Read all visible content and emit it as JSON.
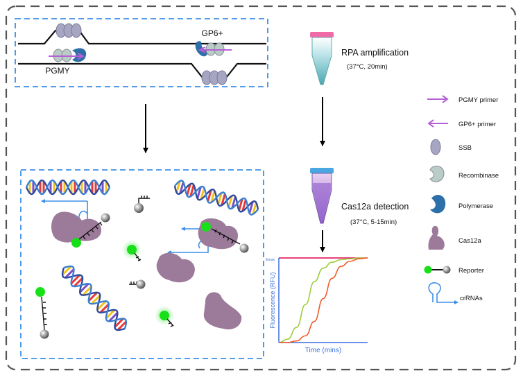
{
  "top_panel": {
    "label_pgmy": "PGMY",
    "label_gp6": "GP6+"
  },
  "steps": {
    "rpa_title": "RPA amplification",
    "rpa_conditions": "(37°C, 20min)",
    "cas_title": "Cas12a detection",
    "cas_conditions": "(37°C, 5-15min)"
  },
  "legend": [
    {
      "label": "PGMY primer",
      "icon": "arrow-right-icon"
    },
    {
      "label": "GP6+ primer",
      "icon": "arrow-left-icon"
    },
    {
      "label": "SSB",
      "icon": "ssb-icon"
    },
    {
      "label": "Recombinase",
      "icon": "recombinase-icon"
    },
    {
      "label": "Polymerase",
      "icon": "polymerase-icon"
    },
    {
      "label": "Cas12a",
      "icon": "cas12a-icon"
    },
    {
      "label": "Reporter",
      "icon": "reporter-icon"
    },
    {
      "label": "crRNAs",
      "icon": "crrna-icon"
    }
  ],
  "colors": {
    "primer": "#b560d6",
    "box_border": "#3b8fe8",
    "reporter_green": "#18e018",
    "cas12a": "#9c7a9a",
    "polymerase": "#2d6fa8",
    "ssb": "#a6a6c2",
    "recombinase": "#b9ccc6"
  },
  "chart_data": {
    "type": "line",
    "xlabel": "Time (mins)",
    "ylabel": "Fluorescence (RFU)",
    "ytick": "Emax",
    "series": [
      {
        "color": "#e2004e",
        "values": [
          1,
          1,
          1,
          1,
          1,
          1,
          1,
          1,
          1,
          1,
          1
        ]
      },
      {
        "color": "#9ccc3c",
        "values": [
          0,
          0.04,
          0.18,
          0.45,
          0.72,
          0.88,
          0.95,
          0.98,
          0.99,
          1,
          1
        ]
      },
      {
        "color": "#f05a28",
        "values": [
          0,
          0,
          0.02,
          0.08,
          0.25,
          0.52,
          0.76,
          0.9,
          0.96,
          0.99,
          1
        ]
      }
    ]
  }
}
